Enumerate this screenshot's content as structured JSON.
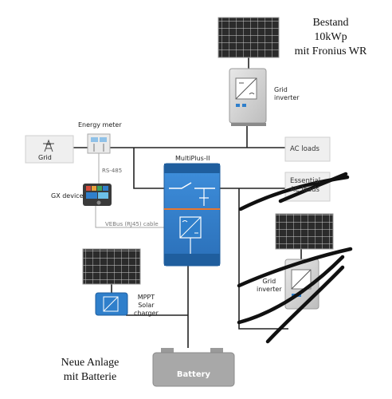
{
  "annotations": {
    "existing_line1": "Bestand",
    "existing_line2": "10kWp",
    "existing_line3": "mit Fronius WR",
    "new_line1": "Neue Anlage",
    "new_line2": "mit Batterie"
  },
  "components": {
    "grid": "Grid",
    "energy_meter": "Energy meter",
    "rs485": "RS-485",
    "gx_device": "GX device",
    "vebus": "VEBus (RJ45) cable",
    "multiplus": "MultiPlus-II",
    "grid_inverter_top_1": "Grid",
    "grid_inverter_top_2": "inverter",
    "ac_loads": "AC loads",
    "essential_loads_1": "Essential",
    "essential_loads_2": "AC loads",
    "grid_inverter_bottom_1": "Grid",
    "grid_inverter_bottom_2": "inverter",
    "mppt_1": "MPPT",
    "mppt_2": "Solar",
    "mppt_3": "charger",
    "battery": "Battery"
  },
  "icons": [
    "solar-panel-icon",
    "pylon-icon",
    "inverter-icon",
    "meter-icon",
    "gx-screen-icon",
    "battery-icon",
    "cross-out-strokes"
  ],
  "colors": {
    "multiplus_blue": "#2f7fcb",
    "multiplus_dark": "#1f5e9e",
    "ac_orange": "#e8772e",
    "line": "#222222",
    "panel": "#2a2a2a"
  }
}
